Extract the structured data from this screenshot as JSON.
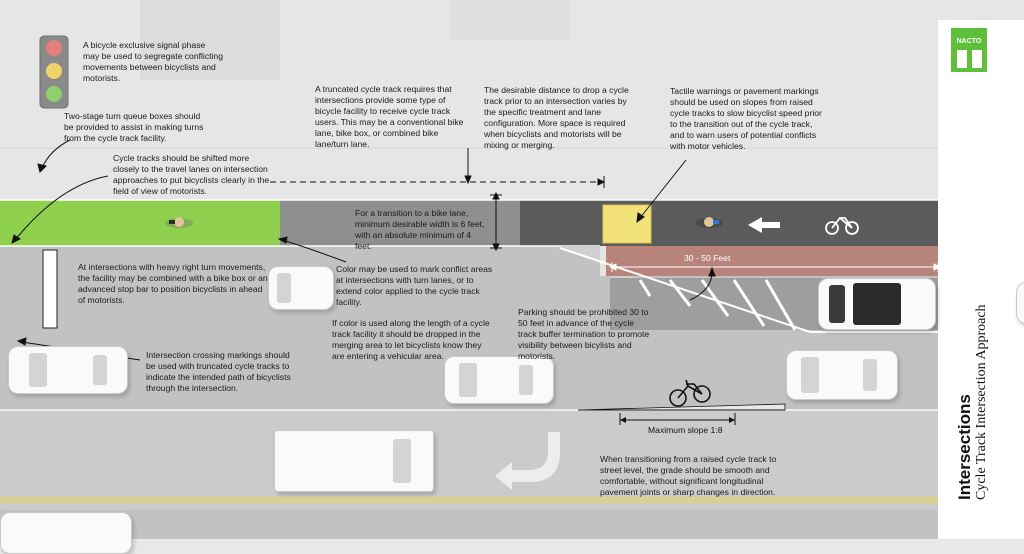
{
  "title": {
    "main": "Intersections",
    "sub": "Cycle Track Intersection Approach",
    "logo": "NACTO"
  },
  "notes": {
    "signal_phase": "A bicycle exclusive signal phase may be used to segregate conflicting movements between bicyclists and motorists.",
    "two_stage": "Two-stage turn queue boxes should be provided to assist in making turns from the cycle track facility.",
    "shifted": "Cycle tracks should be shifted more closely to the travel lanes on intersection approaches to put bicyclists clearly in the field of view of motorists.",
    "truncated": "A truncated cycle track requires that intersections provide some type of bicycle facility to receive cycle track users. This may be a conventional bike lane, bike box, or combined bike lane/turn lane.",
    "drop_distance": "The desirable distance to drop a cycle track prior to an intersection varies by the specific treatment and lane configuration. More space is required when bicyclists and motorists will be mixing or merging.",
    "tactile": "Tactile warnings or pavement markings should be used on slopes from raised cycle tracks to slow bicyclist speed prior to the transition out of the cycle track, and to warn users of potential conflicts with motor vehicles.",
    "bike_lane_width": "For a transition to a bike lane, minimum desirable width is 6 feet, with an absolute minimum of 4 feet.",
    "heavy_right": "At intersections with heavy right turn movements, the facility may be combined with a bike box or an advanced stop bar to position bicyclists in ahead of motorists.",
    "color_conflict": "Color may be used to mark conflict areas at intersections with turn lanes, or to extend color applied to the cycle track facility.",
    "color_length": "If color is used along the length of a cycle track facility it should be dropped in the merging area to let bicyclists know they are entering a vehicular area.",
    "crossing": "Intersection crossing markings should be used with truncated cycle tracks to indicate the intended path of bicyclists through the intersection.",
    "parking": "Parking should be prohibited 30 to 50 feet in advance of the cycle track buffer termination to promote visibility between bicylists and motorists.",
    "grade": "When transitioning from a raised cycle track to street level, the grade should be smooth and comfortable, without significant longitudinal pavement joints or sharp changes in direction."
  },
  "labels": {
    "buffer_length": "30 - 50 Feet",
    "max_slope": "Maximum slope 1:8"
  },
  "colors": {
    "cycle_green": "#8fd14f",
    "tactile_yellow": "#f3e27a",
    "buffer_brick": "#b7837a",
    "asphalt_dark": "#5b5b5b",
    "asphalt_mid": "#8c8c8c",
    "road": "#bdbdbd",
    "logo_green": "#5fbf3a"
  },
  "icons": [
    "traffic-signal-icon",
    "bicycle-icon",
    "bike-lane-symbol-icon",
    "arrow-left-icon",
    "turn-arrow-icon",
    "bicyclist-icon"
  ]
}
